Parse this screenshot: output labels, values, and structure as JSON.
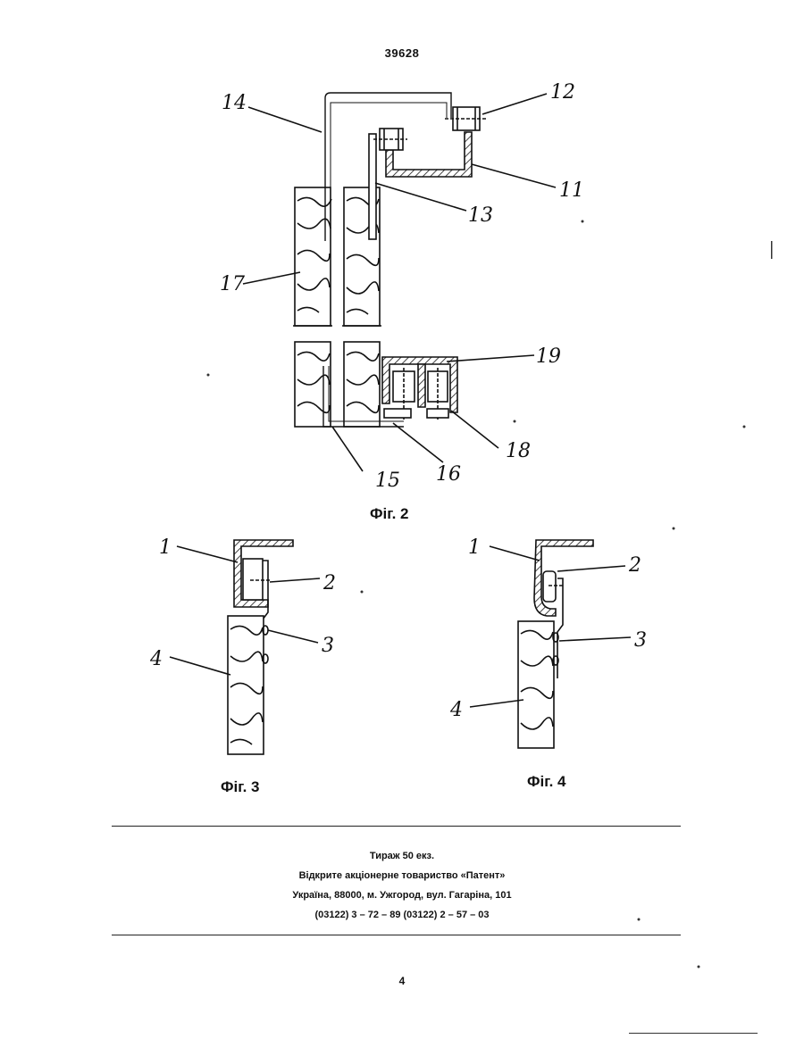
{
  "header": {
    "page_number_top": "39628"
  },
  "figures": {
    "fig2": {
      "caption": "Фіг. 2",
      "labels": [
        "14",
        "12",
        "11",
        "13",
        "17",
        "19",
        "18",
        "15",
        "16"
      ]
    },
    "fig3": {
      "caption": "Фіг. 3",
      "labels": [
        "1",
        "2",
        "3",
        "4"
      ]
    },
    "fig4": {
      "caption": "Фіг. 4",
      "labels": [
        "1",
        "2",
        "3",
        "4"
      ]
    }
  },
  "imprint": {
    "line1": "Тираж 50 екз.",
    "line2": "Відкрите акціонерне товариство «Патент»",
    "line3": "Україна, 88000, м. Ужгород, вул. Гагаріна, 101",
    "line4": "(03122) 3 – 72 – 89   (03122) 2 – 57 – 03"
  },
  "footer": {
    "page_number_bottom": "4"
  }
}
